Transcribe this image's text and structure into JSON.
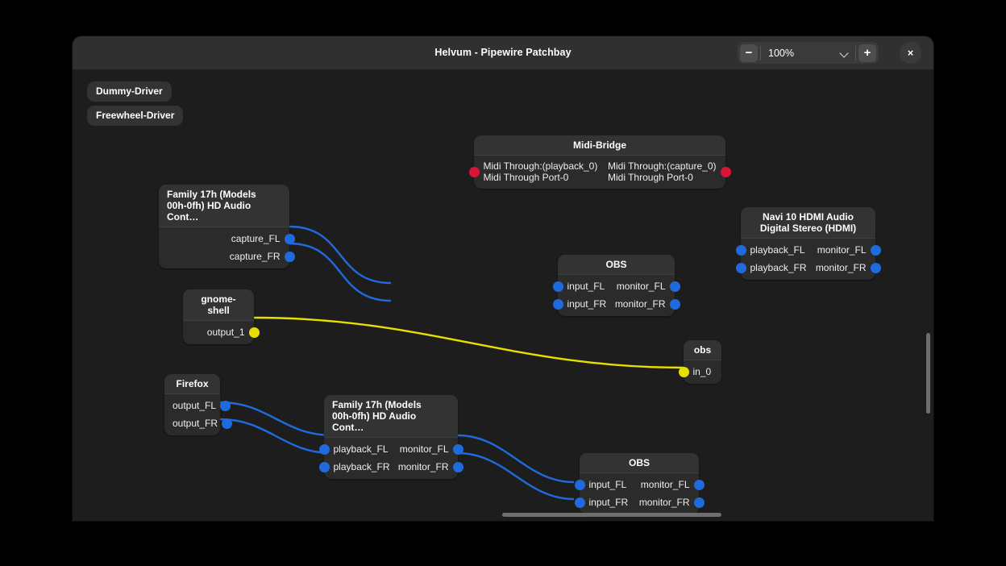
{
  "window": {
    "title": "Helvum - Pipewire Patchbay",
    "zoom": {
      "minus_label": "−",
      "value": "100%",
      "plus_label": "+",
      "chevron_label": ""
    },
    "close_label": "×"
  },
  "colors": {
    "audio_port": "#1f6bde",
    "midi_port": "#dc1436",
    "video_port": "#e6e000",
    "audio_link": "#1f6bde",
    "video_link": "#e6e000",
    "window_bg": "#1d1d1d",
    "header_bg": "#303030",
    "node_bg": "#2b2b2b",
    "node_title_bg": "#333333"
  },
  "drivers": [
    {
      "label": "Dummy-Driver"
    },
    {
      "label": "Freewheel-Driver"
    }
  ],
  "nodes": [
    {
      "id": "family17h-capture",
      "title": "Family 17h (Models\n00h-0fh) HD Audio Cont…",
      "outputs": [
        {
          "label": "capture_FL",
          "type": "audio"
        },
        {
          "label": "capture_FR",
          "type": "audio"
        }
      ],
      "inputs": []
    },
    {
      "id": "midi-bridge",
      "title": "Midi-Bridge",
      "inputs": [
        {
          "label": "Midi Through:(playback_0)\nMidi Through Port-0",
          "type": "midi"
        }
      ],
      "outputs": [
        {
          "label": "Midi Through:(capture_0)\nMidi Through Port-0",
          "type": "midi"
        }
      ]
    },
    {
      "id": "obs-top",
      "title": "OBS",
      "inputs": [
        {
          "label": "input_FL",
          "type": "audio"
        },
        {
          "label": "input_FR",
          "type": "audio"
        }
      ],
      "outputs": [
        {
          "label": "monitor_FL",
          "type": "audio"
        },
        {
          "label": "monitor_FR",
          "type": "audio"
        }
      ]
    },
    {
      "id": "navi10-hdmi",
      "title": "Navi 10 HDMI Audio\nDigital Stereo (HDMI)",
      "inputs": [
        {
          "label": "playback_FL",
          "type": "audio"
        },
        {
          "label": "playback_FR",
          "type": "audio"
        }
      ],
      "outputs": [
        {
          "label": "monitor_FL",
          "type": "audio"
        },
        {
          "label": "monitor_FR",
          "type": "audio"
        }
      ]
    },
    {
      "id": "gnome-shell",
      "title": "gnome-shell",
      "inputs": [],
      "outputs": [
        {
          "label": "output_1",
          "type": "video"
        }
      ]
    },
    {
      "id": "obs-video",
      "title": "obs",
      "inputs": [
        {
          "label": "in_0",
          "type": "video"
        }
      ],
      "outputs": []
    },
    {
      "id": "firefox",
      "title": "Firefox",
      "inputs": [],
      "outputs": [
        {
          "label": "output_FL",
          "type": "audio"
        },
        {
          "label": "output_FR",
          "type": "audio"
        }
      ]
    },
    {
      "id": "family17h-playback",
      "title": "Family 17h (Models\n00h-0fh) HD Audio Cont…",
      "inputs": [
        {
          "label": "playback_FL",
          "type": "audio"
        },
        {
          "label": "playback_FR",
          "type": "audio"
        }
      ],
      "outputs": [
        {
          "label": "monitor_FL",
          "type": "audio"
        },
        {
          "label": "monitor_FR",
          "type": "audio"
        }
      ]
    },
    {
      "id": "obs-bottom",
      "title": "OBS",
      "inputs": [
        {
          "label": "input_FL",
          "type": "audio"
        },
        {
          "label": "input_FR",
          "type": "audio"
        }
      ],
      "outputs": [
        {
          "label": "monitor_FL",
          "type": "audio"
        },
        {
          "label": "monitor_FR",
          "type": "audio"
        }
      ]
    }
  ],
  "links": [
    {
      "from": "family17h-capture.capture_FL",
      "to": "obs-top.input_FL",
      "type": "audio"
    },
    {
      "from": "family17h-capture.capture_FR",
      "to": "obs-top.input_FR",
      "type": "audio"
    },
    {
      "from": "gnome-shell.output_1",
      "to": "obs-video.in_0",
      "type": "video"
    },
    {
      "from": "firefox.output_FL",
      "to": "family17h-playback.playback_FL",
      "type": "audio"
    },
    {
      "from": "firefox.output_FR",
      "to": "family17h-playback.playback_FR",
      "type": "audio"
    },
    {
      "from": "family17h-playback.monitor_FL",
      "to": "obs-bottom.input_FL",
      "type": "audio"
    },
    {
      "from": "family17h-playback.monitor_FR",
      "to": "obs-bottom.input_FR",
      "type": "audio"
    }
  ]
}
